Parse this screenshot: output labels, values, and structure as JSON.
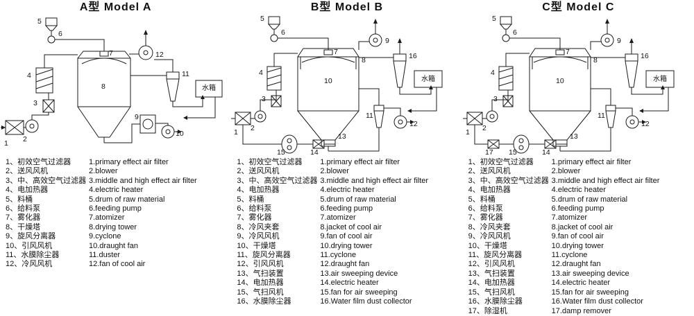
{
  "colors": {
    "background": "#ffffff",
    "line": "#1a1a1a",
    "text": "#111111"
  },
  "models": [
    {
      "title": "A型 Model A",
      "water_tank_label": "水箱",
      "callouts": [
        "1",
        "2",
        "3",
        "4",
        "5",
        "6",
        "7",
        "8",
        "9",
        "10",
        "11",
        "12"
      ],
      "legend_cn": [
        "1、初效空气过滤器",
        "2、送风风机",
        "3、中、高效空气过滤器",
        "4、电加热器",
        "5、料桶",
        "6、给料泵",
        "7、雾化器",
        "8、干燥塔",
        "9、旋风分离器",
        "10、引风风机",
        "11、水膜除尘器",
        "12、冷风风机"
      ],
      "legend_en": [
        "1.primary effect air filter",
        "2.blower",
        "3.middle and high effect air filter",
        "4.electric heater",
        "5.drum of raw material",
        "6.feeding pump",
        "7.atomizer",
        "8.drying tower",
        "9.cyclone",
        "10.draught fan",
        "11.duster",
        "12.fan of cool air"
      ]
    },
    {
      "title": "B型 Model B",
      "water_tank_label": "水箱",
      "callouts": [
        "1",
        "2",
        "3",
        "4",
        "5",
        "6",
        "7",
        "8",
        "9",
        "10",
        "11",
        "12",
        "13",
        "14",
        "15",
        "16"
      ],
      "legend_cn": [
        "1、初效空气过滤器",
        "2、送风风机",
        "3、中、高效空气过滤器",
        "4、电加热器",
        "5、料桶",
        "6、给料泵",
        "7、雾化器",
        "8、冷风夹套",
        "9、冷风风机",
        "10、干燥塔",
        "11、旋风分离器",
        "12、引风风机",
        "13、气扫装置",
        "14、电加热器",
        "15、气扫风机",
        "16、水膜除尘器"
      ],
      "legend_en": [
        "1.primary effect air filter",
        "2.blower",
        "3.middle and high effect air filter",
        "4.electric heater",
        "5.drum of raw material",
        "6.feeding pump",
        "7.atomizer",
        "8.jacket of cool air",
        "9.fan of cool air",
        "10.drying tower",
        "11.cyclone",
        "12.draught fan",
        "13.air sweeping device",
        "14.electric heater",
        "15.fan for air sweeping",
        "16.Water film dust collector"
      ]
    },
    {
      "title": "C型 Model C",
      "water_tank_label": "水箱",
      "callouts": [
        "1",
        "2",
        "3",
        "4",
        "5",
        "6",
        "7",
        "8",
        "9",
        "10",
        "11",
        "12",
        "13",
        "14",
        "15",
        "16",
        "17"
      ],
      "legend_cn": [
        "1、初效空气过滤器",
        "2、送风风机",
        "3、中、高效空气过滤器",
        "4、电加热器",
        "5、料桶",
        "6、给料泵",
        "7、雾化器",
        "8、冷风夹套",
        "9、冷风风机",
        "10、干燥塔",
        "11、旋风分离器",
        "12、引风风机",
        "13、气扫装置",
        "14、电加热器",
        "15、气扫风机",
        "16、水膜除尘器",
        "17、除湿机"
      ],
      "legend_en": [
        "1.primary effect air filter",
        "2.blower",
        "3.middle and high effect air filter",
        "4.electric heater",
        "5.drum of raw material",
        "6.feeding pump",
        "7.atomizer",
        "8.jacket of cool air",
        "9.fan of cool air",
        "10.drying tower",
        "11.cyclone",
        "12.draught fan",
        "13.air sweeping device",
        "14.electric heater",
        "15.fan for air sweeping",
        "16.Water film dust collector",
        "17.damp remover"
      ]
    }
  ]
}
